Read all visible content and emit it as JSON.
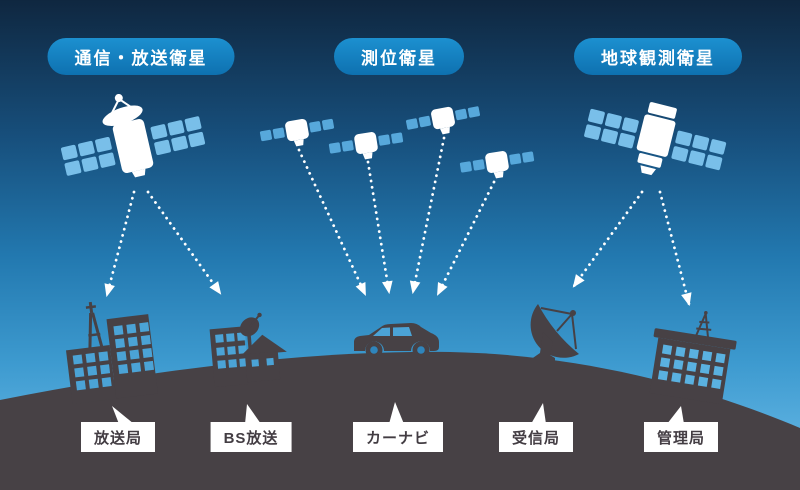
{
  "satellite_groups": [
    {
      "id": "communication-broadcast-satellite",
      "label": "通信・放送衛星",
      "satellite_count": 1
    },
    {
      "id": "positioning-satellite",
      "label": "測位衛星",
      "satellite_count": 4
    },
    {
      "id": "earth-observation-satellite",
      "label": "地球観測衛星",
      "satellite_count": 1
    }
  ],
  "ground_labels": [
    {
      "id": "broadcast-station",
      "label": "放送局"
    },
    {
      "id": "bs-broadcast",
      "label": "BS放送"
    },
    {
      "id": "car-navigation",
      "label": "カーナビ"
    },
    {
      "id": "receiving-station",
      "label": "受信局"
    },
    {
      "id": "management-station",
      "label": "管理局"
    }
  ],
  "connections": [
    {
      "from": "通信・放送衛星",
      "to": "放送局"
    },
    {
      "from": "通信・放送衛星",
      "to": "BS放送"
    },
    {
      "from": "測位衛星",
      "to": "カーナビ"
    },
    {
      "from": "地球観測衛星",
      "to": "受信局"
    },
    {
      "from": "地球観測衛星",
      "to": "管理局"
    }
  ],
  "colors": {
    "pill-top": "#1c90d0",
    "pill-bottom": "#0e71b0",
    "pill-text": "#ffffff",
    "sky-top": "#0f2740",
    "sky-upper": "#174f7c",
    "sky-mid": "#2278af",
    "sky-lower": "#3d9acf",
    "sky-horizon": "#66b8e6",
    "ground": "#474145",
    "arrow-white": "#ffffff",
    "panel-blue-large": "#79bfe9",
    "panel-blue-small": "#57a8db",
    "window-blue": "#4ba3d6",
    "window-blue-light": "#5ab1e0",
    "label-bg": "#ffffff",
    "label-text": "#433d43",
    "wheel-hub": "#2f85bc"
  }
}
